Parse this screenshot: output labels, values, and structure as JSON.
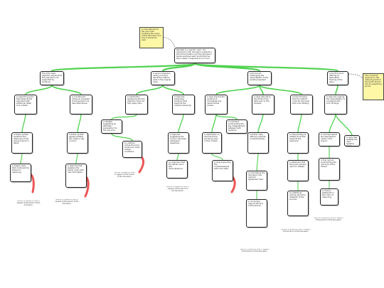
{
  "diagram": {
    "root": {
      "text": "Rebuttal to a specific claim: The argument under discussion presents a structured position and the discussion below examines each point that has been raised in response to it in turn."
    },
    "top_note": {
      "text": "A note attached to the root claim clarifying the scope of the discussion and how it should be read."
    },
    "side_note": {
      "text": "This comment expands on the reasoning behind the fourth branch and its supporting points."
    },
    "branch_texts": [
      "This first major objection argues that the premise is not supported by evidence.",
      "A second objection raising concerns about the method used in the original claim.",
      "A third point challenging the interpretation of the results presented.",
      "A fourth branch offering an alternative framing of the issue."
    ],
    "level2_texts": [
      "A supporting point that expands the argument with additional detail and context.",
      "A counterpoint noting an exception to the general rule described above.",
      "A clarification explaining why the objection does not fully apply here.",
      "A response presenting evidence that supports the original reasoning.",
      "A reply arguing the evidence is incomplete and needs further review.",
      "A reply describing the limits of the data used in this analysis.",
      "A point showing how the method could be improved with more testing.",
      "A response arguing the interpretation is consistent with prior findings.",
      "A rebuttal suggesting an alternate explanation for the outcome.",
      "A comment summarizing the key disagreement between both positions."
    ],
    "level3_texts": [
      "A follow up that questions the reasoning of the previous point in detail.",
      "A follow up that agrees partially but raises a new concern.",
      "An addition noting the point holds only under certain conditions.",
      "A response suggesting the concern has been addressed elsewhere.",
      "A clarification on how the terms are being used in this context.",
      "A further reply offering a specific counterexample.",
      "A note pointing to related work that supports the argument.",
      "A comment about the assumptions made in this branch.",
      "A reply that restates the main question being debated."
    ],
    "level4_texts": [
      "A deeper reply that continues the thread of reasoning.",
      "A response that weakens the earlier claim with new information.",
      "An argument that the earlier point was misunderstood.",
      "A reply supporting the counterexample with more data.",
      "A note stating the discussion has reached agreement here.",
      "A statement that this point remains open for debate.",
      "A final remark summarizing the outcome of this thread."
    ],
    "level5_texts": [
      "A concluding reply at the end of this branch.",
      "An additional remark about the reliability of the sources.",
      "A closing statement in this chain of reasoning."
    ],
    "footnotes": [
      "Source: a reference cited in support of this branch of the discussion.",
      "Source: a reference cited in support of this branch of the discussion.",
      "Source: a reference cited in support of this branch of the discussion.",
      "Source: a reference cited in support of this branch of the discussion.",
      "Source: a reference cited in support of this branch of the discussion.",
      "Source: a reference cited in support of this branch of the discussion.",
      "Source: a reference cited in support of this branch of the discussion."
    ],
    "badge_label": "",
    "colors": {
      "supporting": "#4fd24f",
      "opposing": "#ee5555",
      "note_fill": "#fdf7a6",
      "border": "#222222"
    }
  }
}
